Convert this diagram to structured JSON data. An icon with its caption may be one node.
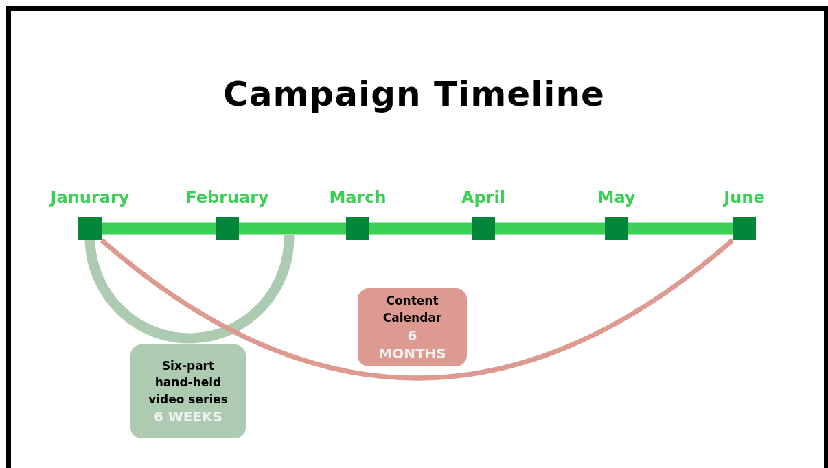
{
  "diagram": {
    "title": "Campaign Timeline",
    "nodes": [
      {
        "text": [
          "Janurary"
        ]
      },
      {
        "text": [
          "February"
        ]
      },
      {
        "text": [
          "March"
        ]
      },
      {
        "text": [
          "April"
        ]
      },
      {
        "text": [
          "May"
        ]
      },
      {
        "text": [
          "June"
        ]
      },
      {
        "text": [
          "Six-part hand-held video series",
          "6 WEEKS"
        ]
      },
      {
        "text": [
          "Content Calendar",
          "6 MONTHS"
        ]
      }
    ],
    "edges": [
      {
        "from": 0,
        "to": 1,
        "arrow": "none"
      },
      {
        "from": 1,
        "to": 2,
        "arrow": "none"
      },
      {
        "from": 2,
        "to": 3,
        "arrow": "none"
      },
      {
        "from": 3,
        "to": 4,
        "arrow": "none"
      },
      {
        "from": 4,
        "to": 5,
        "arrow": "none"
      },
      {
        "from": 0,
        "to": null,
        "arrow": "none",
        "color": "#adcbb0"
      },
      {
        "from": 0,
        "to": 5,
        "arrow": "none",
        "color": "#dd9a90"
      }
    ]
  }
}
